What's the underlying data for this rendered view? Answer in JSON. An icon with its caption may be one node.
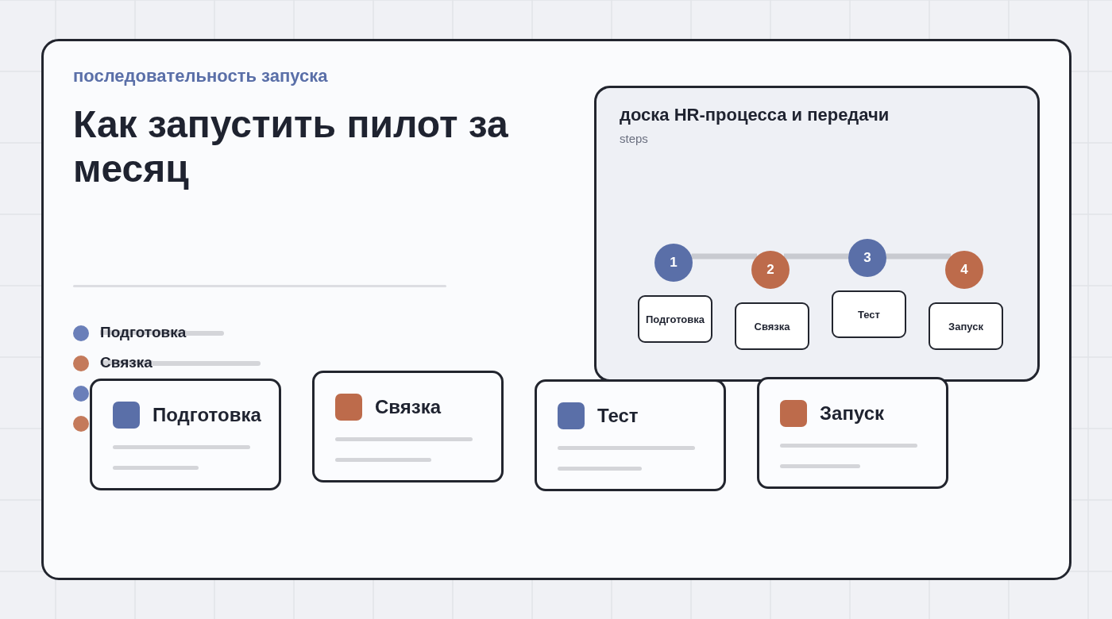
{
  "diagram": {
    "title": "Как запустить пилот за месяц",
    "nodes": [
      {
        "text": [
          "доска HR-процесса и передачи",
          "steps"
        ]
      },
      {
        "text": [
          "1"
        ],
        "in": 0
      },
      {
        "text": [
          "2"
        ],
        "in": 0
      },
      {
        "text": [
          "3"
        ],
        "in": 0
      },
      {
        "text": [
          "4"
        ],
        "in": 0
      },
      {
        "text": [
          "Подготовка"
        ],
        "in": 0
      },
      {
        "text": [
          "Связка"
        ],
        "in": 0
      },
      {
        "text": [
          "Тест"
        ],
        "in": 0
      },
      {
        "text": [
          "Запуск"
        ],
        "in": 0
      },
      {
        "text": [
          "Подготовка"
        ]
      },
      {
        "text": [
          "Связка"
        ]
      },
      {
        "text": [
          "Тест"
        ]
      },
      {
        "text": [
          "Запуск"
        ]
      }
    ],
    "edges": [
      {
        "from": 1,
        "to": 2,
        "arrow": "none"
      },
      {
        "from": 2,
        "to": 3,
        "arrow": "none"
      },
      {
        "from": 3,
        "to": 4,
        "arrow": "none"
      }
    ],
    "labels": [
      "последовательность запуска",
      "Подготовка",
      "Связка"
    ]
  }
}
